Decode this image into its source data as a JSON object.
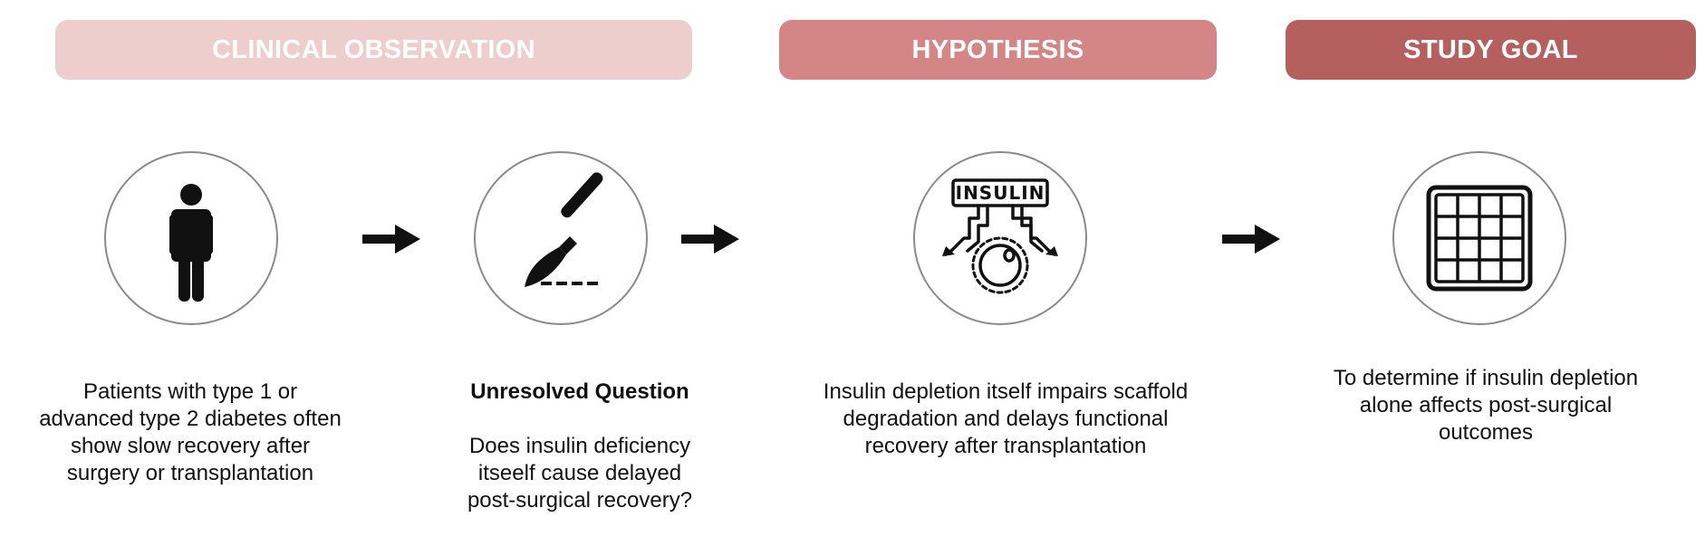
{
  "colors": {
    "observation_header": "#eecdcd",
    "hypothesis_header": "#d48585",
    "goal_header": "#b55f5f",
    "icon": "#111111",
    "circle_border": "#8a8a8a"
  },
  "headers": {
    "observation": "CLINICAL OBSERVATION",
    "hypothesis": "HYPOTHESIS",
    "goal": "STUDY GOAL"
  },
  "icons": {
    "observation": "person-icon",
    "question": "scalpel-icon",
    "hypothesis": "insulin-cell-icon",
    "goal": "scaffold-grid-icon",
    "insulin_label": "INSULIN"
  },
  "texts": {
    "observation": [
      "Patients with type 1 or",
      "advanced type 2 diabetes often",
      "show slow recovery after",
      "surgery or transplantation"
    ],
    "question_title": "Unresolved Question",
    "question": [
      "Does insulin deficiency",
      "itseelf cause delayed",
      "post-surgical recovery?"
    ],
    "hypothesis": [
      "Insulin depletion itself impairs scaffold",
      "degradation and delays functional",
      "recovery after transplantation"
    ],
    "goal": [
      "To determine if insulin depletion",
      "alone affects post-surgical",
      "outcomes"
    ]
  }
}
